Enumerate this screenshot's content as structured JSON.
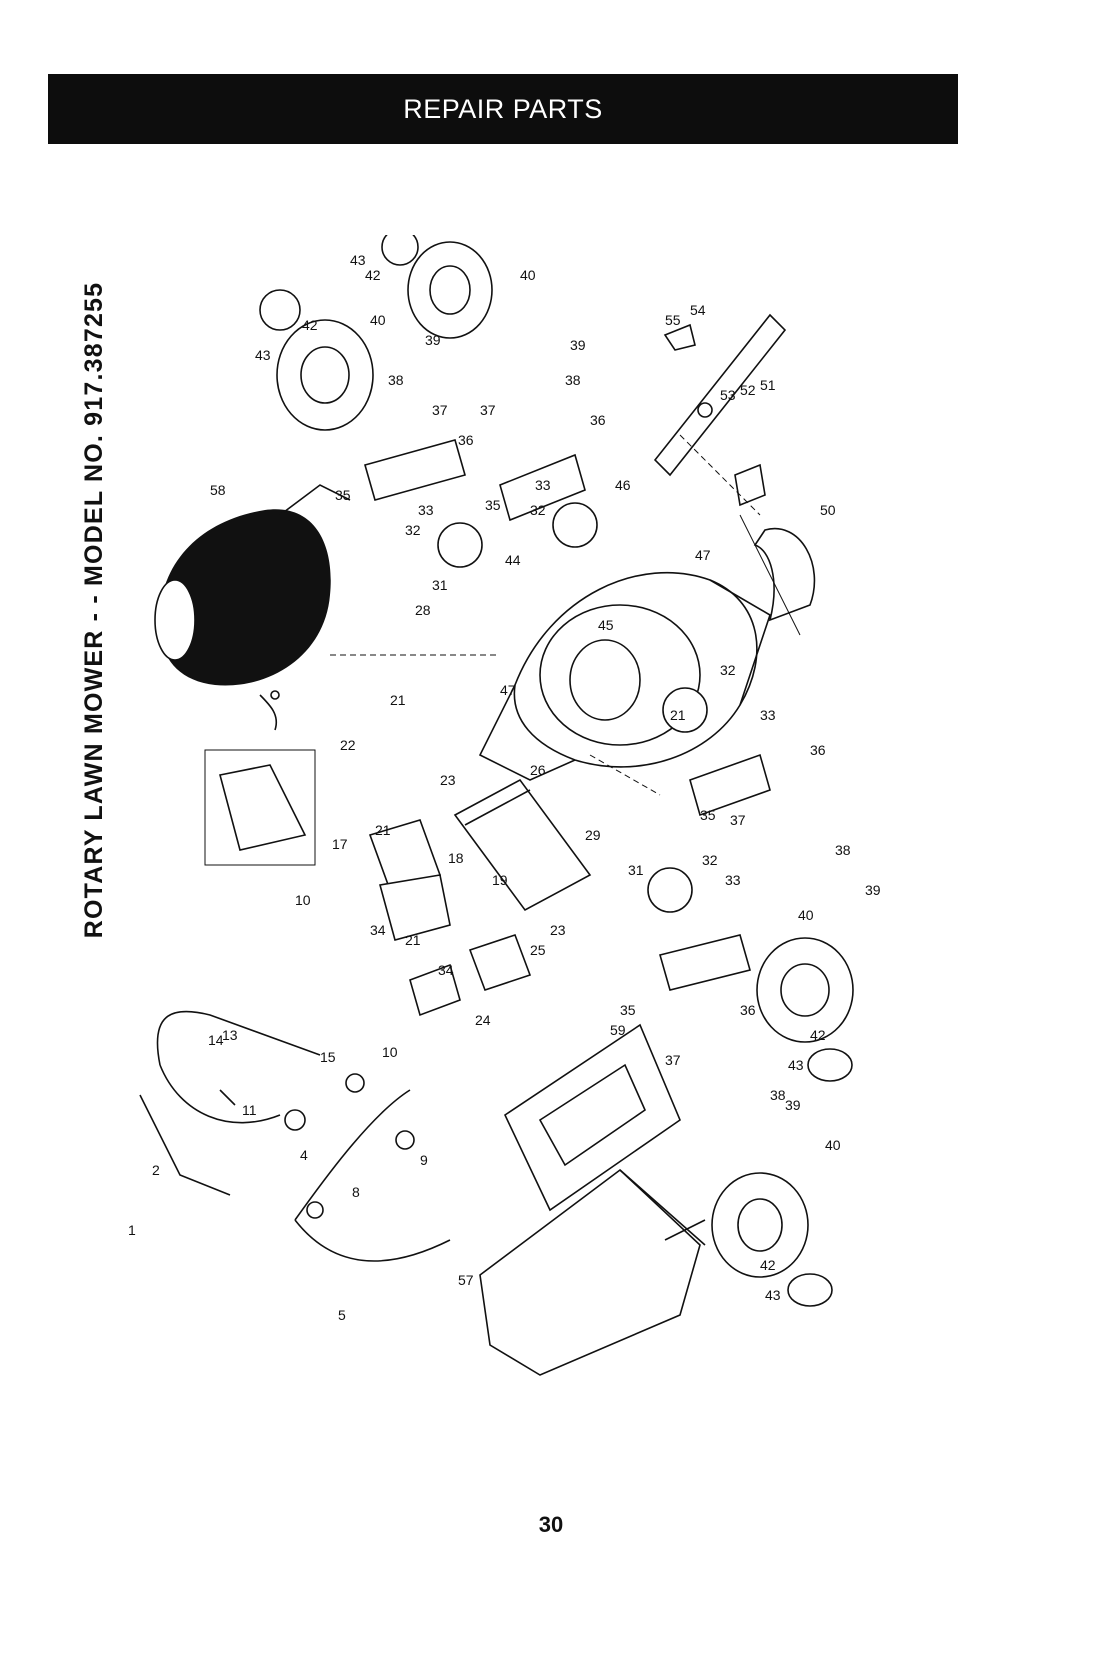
{
  "header": {
    "title": "REPAIR PARTS"
  },
  "side_title": "ROTARY LAWN MOWER - - MODEL NO. 917.387255",
  "page_number": "30",
  "diagram": {
    "callouts": [
      "1",
      "2",
      "4",
      "5",
      "8",
      "9",
      "10",
      "10",
      "11",
      "13",
      "14",
      "15",
      "17",
      "18",
      "19",
      "21",
      "21",
      "21",
      "21",
      "22",
      "23",
      "23",
      "24",
      "25",
      "26",
      "28",
      "29",
      "31",
      "31",
      "32",
      "32",
      "32",
      "32",
      "33",
      "33",
      "33",
      "33",
      "34",
      "34",
      "35",
      "35",
      "35",
      "35",
      "36",
      "36",
      "36",
      "36",
      "37",
      "37",
      "37",
      "37",
      "38",
      "38",
      "38",
      "38",
      "39",
      "39",
      "39",
      "39",
      "40",
      "40",
      "40",
      "40",
      "42",
      "42",
      "42",
      "42",
      "43",
      "43",
      "43",
      "43",
      "44",
      "45",
      "46",
      "47",
      "47",
      "50",
      "51",
      "52",
      "53",
      "54",
      "55",
      "57",
      "58",
      "59"
    ]
  }
}
